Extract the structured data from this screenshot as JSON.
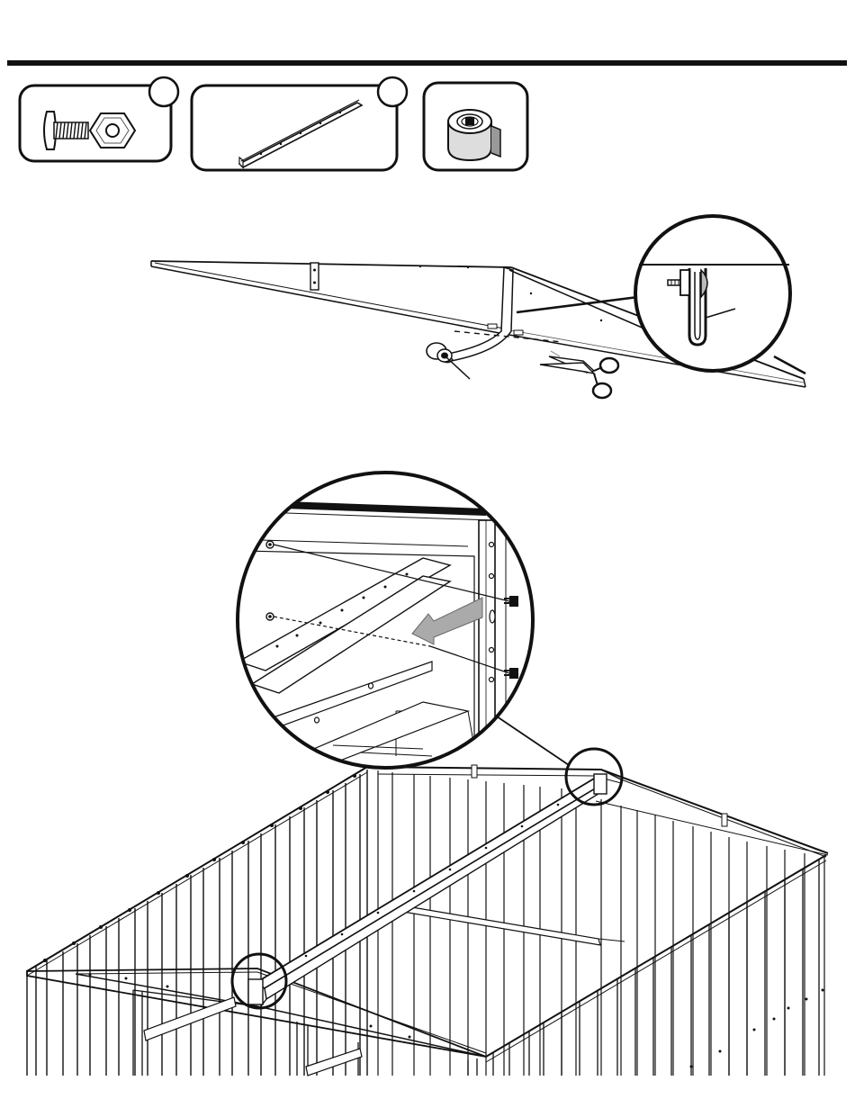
{
  "palette": {
    "ink": "#111111",
    "paper": "#ffffff",
    "arrow": "#aaaaaa"
  },
  "parts": [
    {
      "name": "screw-and-nut",
      "icon": "screw-nut-icon",
      "has_badge": true
    },
    {
      "name": "roof-channel",
      "icon": "channel-rail-icon",
      "has_badge": true
    },
    {
      "name": "foam-tape-roll",
      "icon": "tape-roll-icon",
      "has_badge": false
    }
  ],
  "steps": [
    {
      "name": "apply-foam-tape-to-roof-edge",
      "icons": [
        "tape-roll-icon",
        "scissors-icon",
        "magnifier-detail-icon"
      ]
    },
    {
      "name": "attach-roof-beam-at-gable-peak",
      "icons": [
        "arrow-icon",
        "magnifier-detail-icon",
        "screw-icon"
      ]
    }
  ]
}
